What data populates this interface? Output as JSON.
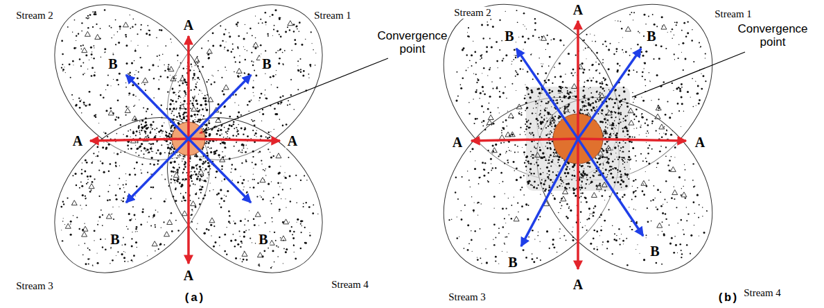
{
  "diagram": {
    "labels": [
      "Stream 2",
      "Stream 1",
      "A",
      "Convergence point",
      "B",
      "B",
      "A",
      "A",
      "B",
      "B",
      "A",
      "Stream 3",
      "Stream 4",
      "Stream 2",
      "Stream 1",
      "A",
      "Convergence point",
      "B",
      "B",
      "A",
      "A",
      "B",
      "B",
      "A",
      "Stream 3",
      "Stream 4",
      "(a)",
      "(b)"
    ]
  }
}
